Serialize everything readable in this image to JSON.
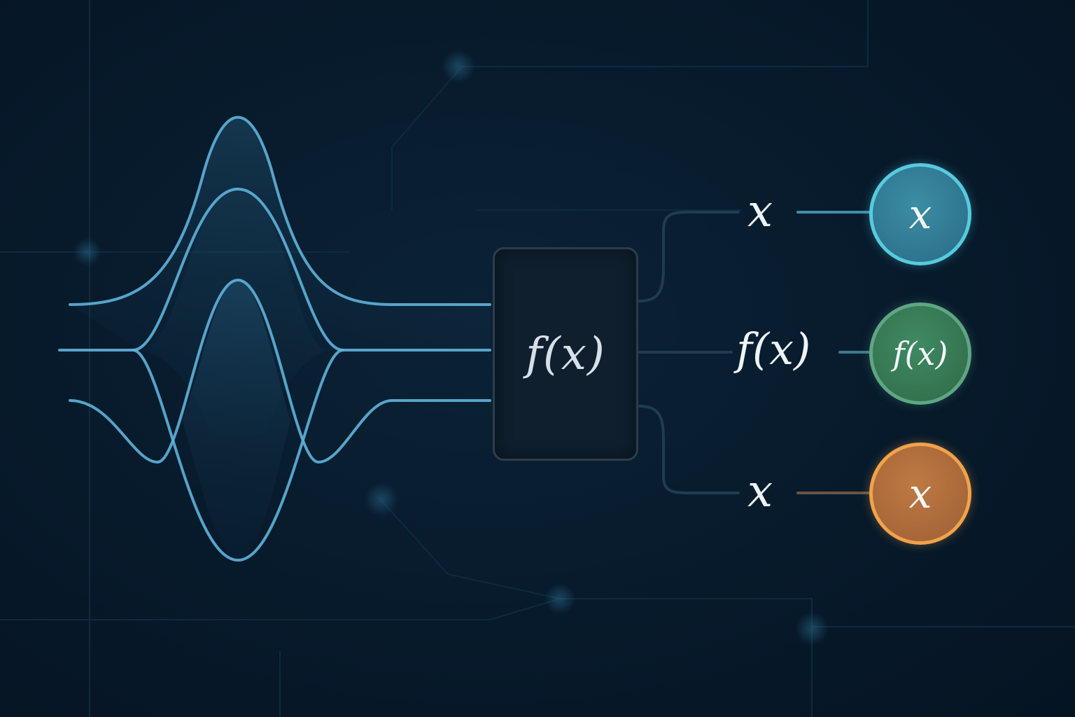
{
  "diagram": {
    "function_box": {
      "label": "f(x)"
    },
    "branches": [
      {
        "label": "x",
        "node_label": "x",
        "node_color": "#56cbe0",
        "connector_color": "#3f8ea6"
      },
      {
        "label": "f(x)",
        "node_label": "f(x)",
        "node_color": "#5fa684",
        "connector_color": "#3d7a8e"
      },
      {
        "label": "x",
        "node_label": "x",
        "node_color": "#f2a24a",
        "connector_color": "#6b5346"
      }
    ],
    "colors": {
      "background": "#06192a",
      "wave_stroke": "#5fb3dc",
      "wave_fill": "#1e4a68",
      "grid_line": "#0d2a3e",
      "input_line": "#2f5670"
    }
  }
}
